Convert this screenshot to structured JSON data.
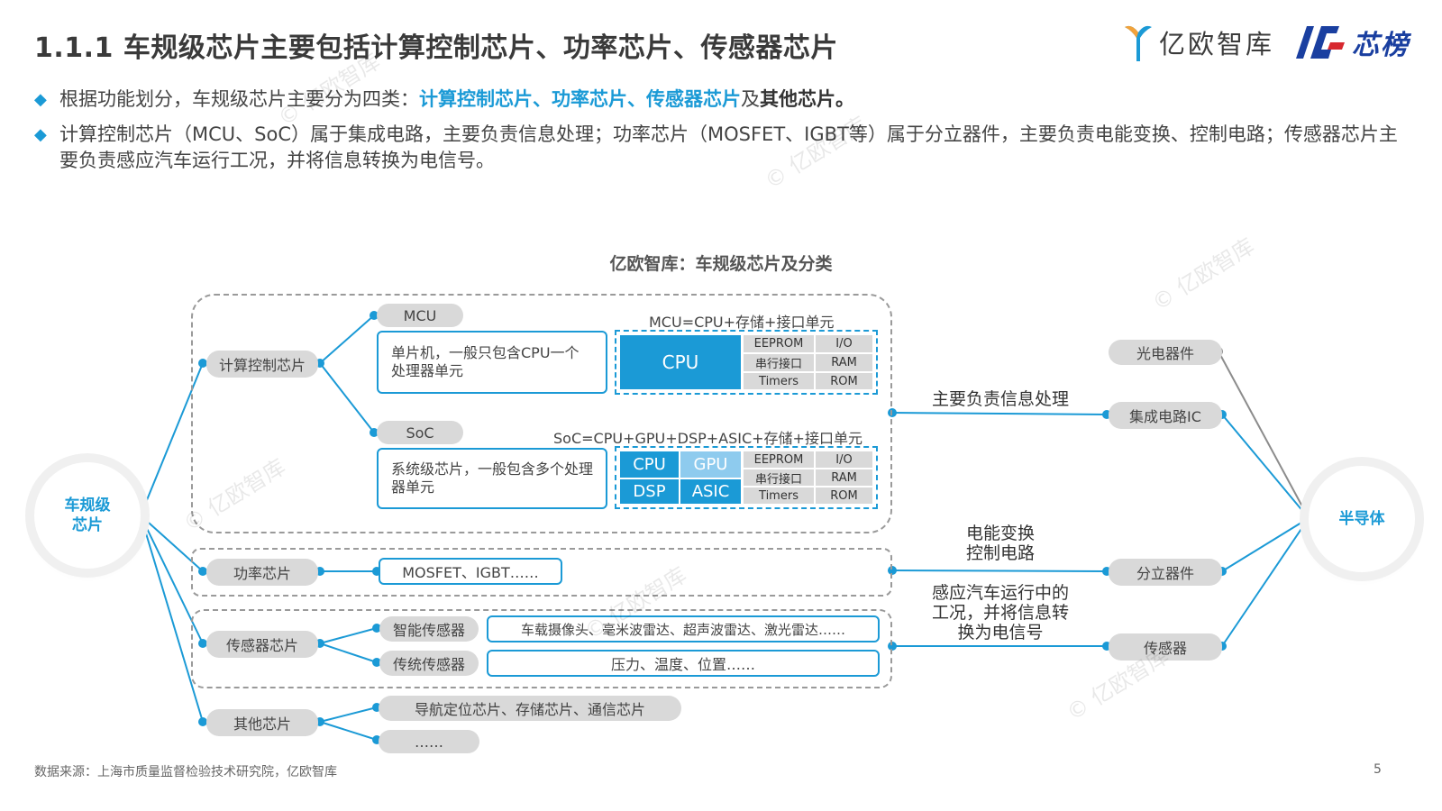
{
  "header": {
    "title": "1.1.1 车规级芯片主要包括计算控制芯片、功率芯片、传感器芯片",
    "logo_yiou": "亿欧智库",
    "logo_xinbang": "芯榜"
  },
  "bullets": {
    "b1_prefix": "根据功能划分，车规级芯片主要分为四类：",
    "b1_hl1": "计算控制芯片",
    "b1_sep1": "、",
    "b1_hl2": "功率芯片",
    "b1_sep2": "、",
    "b1_hl3": "传感器芯片",
    "b1_and": "及",
    "b1_bold": "其他芯片。",
    "b2_text": "计算控制芯片（MCU、SoC）属于集成电路，主要负责信息处理；功率芯片（MOSFET、IGBT等）属于分立器件，主要负责电能变换、控制电路；传感器芯片主要负责感应汽车运行工况，并将信息转换为电信号。"
  },
  "diagram": {
    "title": "亿欧智库：车规级芯片及分类",
    "root": "车规级\n芯片",
    "semiconductor": "半导体",
    "compute": "计算控制芯片",
    "mcu": "MCU",
    "mcu_desc": "单片机，一般只包含CPU一个处理器单元",
    "mcu_formula": "MCU=CPU+存储+接口单元",
    "soc": "SoC",
    "soc_desc": "系统级芯片，一般包含多个处理器单元",
    "soc_formula": "SoC=CPU+GPU+DSP+ASIC+存储+接口单元",
    "cpu": "CPU",
    "gpu": "GPU",
    "dsp": "DSP",
    "asic": "ASIC",
    "eeprom": "EEPROM",
    "io": "I/O",
    "serial": "串行接口",
    "ram": "RAM",
    "timers": "Timers",
    "rom": "ROM",
    "power": "功率芯片",
    "power_items": "MOSFET、IGBT……",
    "sensor": "传感器芯片",
    "smart_sensor": "智能传感器",
    "smart_items": "车载摄像头、毫米波雷达、超声波雷达、激光雷达……",
    "trad_sensor": "传统传感器",
    "trad_items": "压力、温度、位置……",
    "other": "其他芯片",
    "other_items": "导航定位芯片、存储芯片、通信芯片",
    "other_more": "……",
    "optoelectronic": "光电器件",
    "ic": "集成电路IC",
    "discrete": "分立器件",
    "sensor_right": "传感器",
    "label_info": "主要负责信息处理",
    "label_power_1": "电能变换",
    "label_power_2": "控制电路",
    "label_sensor_1": "感应汽车运行中的",
    "label_sensor_2": "工况，并将信息转",
    "label_sensor_3": "换为电信号"
  },
  "footer": {
    "source": "数据来源：上海市质量监督检验技术研究院，亿欧智库",
    "page": "5"
  },
  "watermark": "© 亿欧智库",
  "colors": {
    "accent": "#1b9ad6",
    "light_accent": "#8ecbee",
    "grey_pill": "#d9d9d9"
  }
}
